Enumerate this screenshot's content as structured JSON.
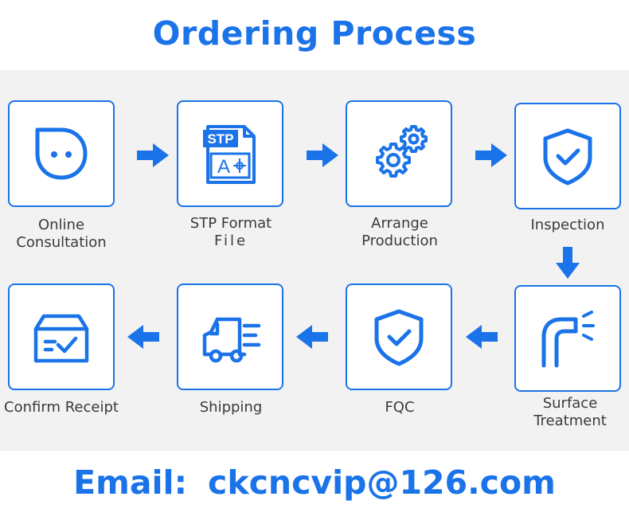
{
  "title": "Ordering Process",
  "accent_color": "#1a73e8",
  "steps": [
    {
      "line1": "Online",
      "line2": "Consultation",
      "icon": "chat-bubble-icon"
    },
    {
      "line1": "STP Format",
      "line2": "File",
      "icon": "stp-file-icon"
    },
    {
      "line1": "Arrange",
      "line2": "Production",
      "icon": "gears-icon"
    },
    {
      "line1": "Inspection",
      "line2": "",
      "icon": "shield-check-icon"
    },
    {
      "line1": "Surface",
      "line2": "Treatment",
      "icon": "pipe-spray-icon"
    },
    {
      "line1": "FQC",
      "line2": "",
      "icon": "shield-check-icon"
    },
    {
      "line1": "Shipping",
      "line2": "",
      "icon": "delivery-truck-icon"
    },
    {
      "line1": "Confirm Receipt",
      "line2": "",
      "icon": "package-box-icon"
    }
  ],
  "stp_badge": "STP",
  "stp_letter": "A",
  "email": {
    "label": "Email:",
    "address": "ckcncvip@126.com"
  }
}
